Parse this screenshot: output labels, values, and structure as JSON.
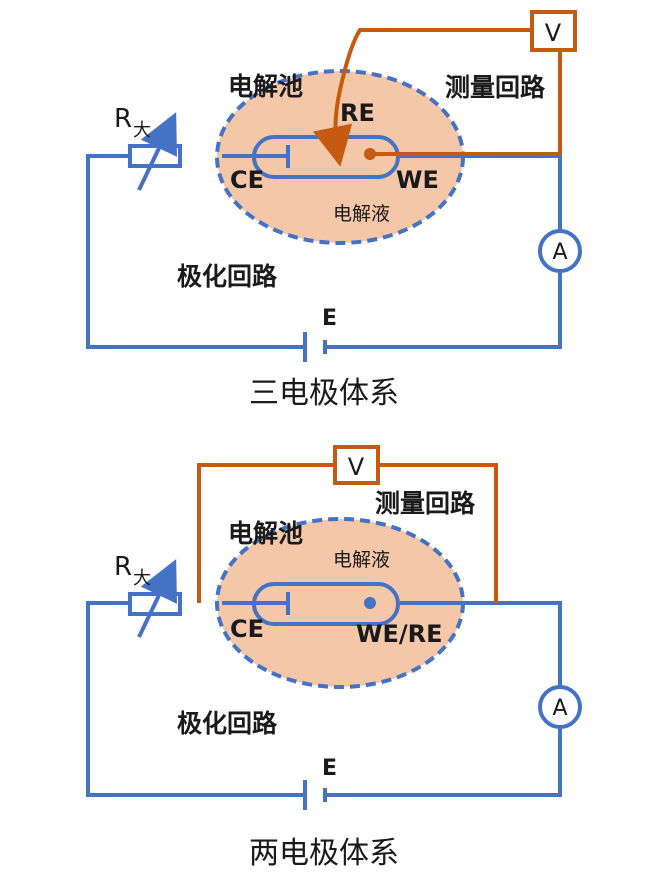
{
  "three_electrode": {
    "cell_label": "电解池",
    "measure_label": "测量回路",
    "polarization_label": "极化回路",
    "electrolyte_label": "电解液",
    "re_label": "RE",
    "ce_label": "CE",
    "we_label": "WE",
    "resistor_label": "R",
    "resistor_sub": "大",
    "voltmeter": "V",
    "ammeter": "A",
    "source_label": "E",
    "caption": "三电极体系"
  },
  "two_electrode": {
    "cell_label": "电解池",
    "measure_label": "测量回路",
    "polarization_label": "极化回路",
    "electrolyte_label": "电解液",
    "ce_label": "CE",
    "we_re_label": "WE/RE",
    "resistor_label": "R",
    "resistor_sub": "大",
    "voltmeter": "V",
    "ammeter": "A",
    "source_label": "E",
    "caption": "两电极体系"
  },
  "colors": {
    "circuit_blue": "#4472c4",
    "measure_orange": "#c55a11",
    "cell_fill": "#f4c7a8"
  }
}
